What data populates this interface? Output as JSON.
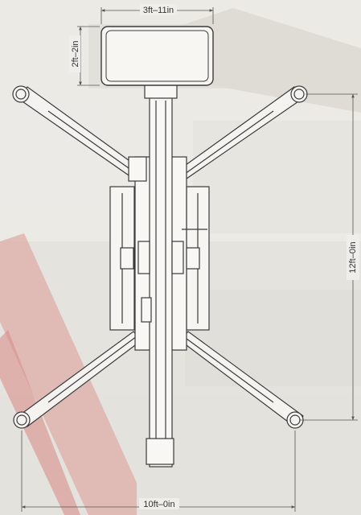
{
  "dimensions": {
    "platform_width": "3ft–11in",
    "platform_depth": "2ft–2in",
    "outrigger_length": "12ft–0in",
    "outrigger_width": "10ft–0in"
  },
  "colors": {
    "line": "#3a3a3a",
    "background": "#efeeea",
    "boom_red": "#c8433f",
    "dimension_line": "#555555"
  }
}
